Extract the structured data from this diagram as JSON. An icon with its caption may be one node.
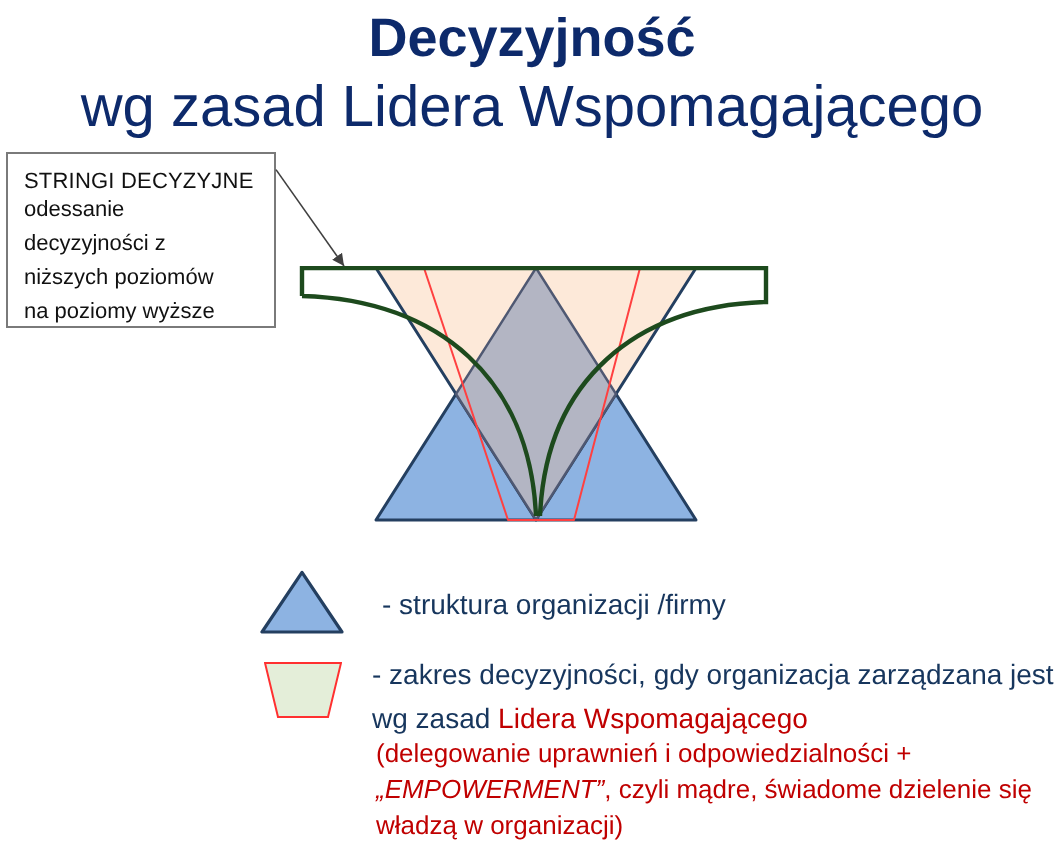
{
  "diagram": {
    "title": "**Decyzyjność** wg zasad Lidera Wspomagającego",
    "nodes": [
      {
        "text": [
          "STRINGI DECYZYJNE",
          "odessanie decyzyjności z niższych poziomów na poziomy wyższe"
        ]
      },
      {
        "text": [],
        "shape": "funnel"
      }
    ],
    "edges": [
      {
        "from": 0,
        "to": 1,
        "arrow": "to"
      }
    ],
    "labels": [
      "(delegowanie uprawnień i odpowiedzialności + *„EMPOWERMENT”*, czyli mądre, świadome dzielenie się władzą w organizacji)"
    ],
    "legend": [
      {
        "text": "- struktura organizacji /firmy"
      },
      {
        "text": "- zakres decyzyjności, gdy organizacja zarządzana jest wg zasad Lidera Wspomagającego"
      }
    ]
  }
}
